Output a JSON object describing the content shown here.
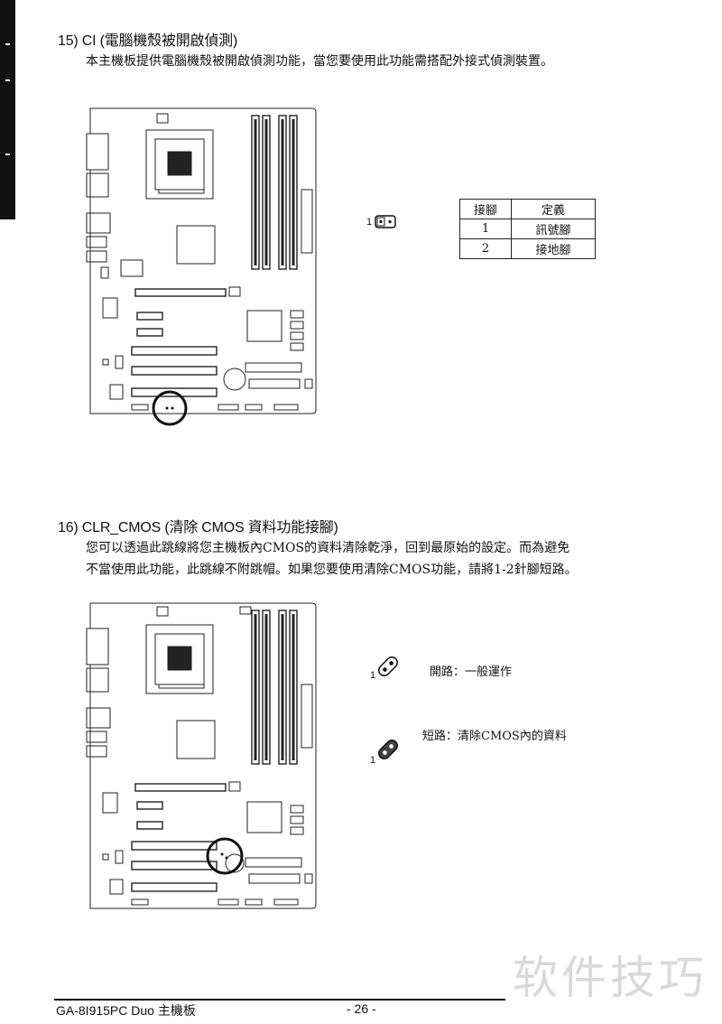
{
  "section15": {
    "heading": "15) CI (電腦機殼被開啟偵測)",
    "desc": "本主機板提供電腦機殼被開啟偵測功能，當您要使用此功能需搭配外接式偵測裝置。",
    "pin_one_label": "1",
    "table": {
      "headers": [
        "接腳",
        "定義"
      ],
      "rows": [
        [
          "1",
          "訊號腳"
        ],
        [
          "2",
          "接地腳"
        ]
      ]
    }
  },
  "section16": {
    "heading": "16) CLR_CMOS (清除 CMOS 資料功能接腳)",
    "desc_lines": [
      "您可以透過此跳線將您主機板內CMOS的資料清除乾淨，回到最原始的設定。而為避免",
      "不當使用此功能，此跳線不附跳帽。如果您要使用清除CMOS功能，請將1-2針腳短路。"
    ],
    "open_label": "開路：一般運作",
    "short_label": "短路：清除CMOS內的資料",
    "pin_one_label": "1"
  },
  "footer": {
    "model": "GA-8I915PC Duo 主機板",
    "page": "- 26 -"
  },
  "watermark": "软件技巧",
  "colors": {
    "text": "#111111",
    "watermark": "#d9d9d9",
    "board_line": "#222222"
  }
}
